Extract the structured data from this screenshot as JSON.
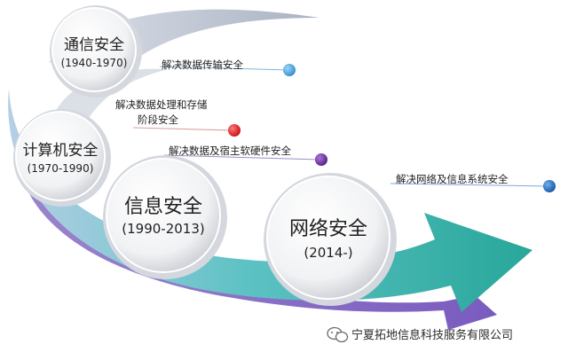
{
  "stages": [
    {
      "title": "通信安全",
      "years": "(1940-1970)",
      "goal": [
        "解决数据传输安全"
      ],
      "dot_color": "#4da3dd"
    },
    {
      "title": "计算机安全",
      "years": "(1970-1990)",
      "goal": [
        "解决数据处理和存储",
        "阶段安全"
      ],
      "dot_color": "#e31b1b"
    },
    {
      "title": "信息安全",
      "years": "(1990-2013)",
      "goal": [
        "解决数据及宿主软硬件安全"
      ],
      "dot_color": "#6a2a9e"
    },
    {
      "title": "网络安全",
      "years": "(2014-)",
      "goal": [
        "解决网络及信息系统安全"
      ],
      "dot_color": "#1d6fc4"
    }
  ],
  "watermark": {
    "text": "宁夏拓地信息科技服务有限公司",
    "icon": "wechat-icon"
  },
  "colors": {
    "arrow_teal": "#2fb3a8",
    "arrow_purple": "#8e6fc7",
    "arrow_slate": "#b4bdcc"
  }
}
